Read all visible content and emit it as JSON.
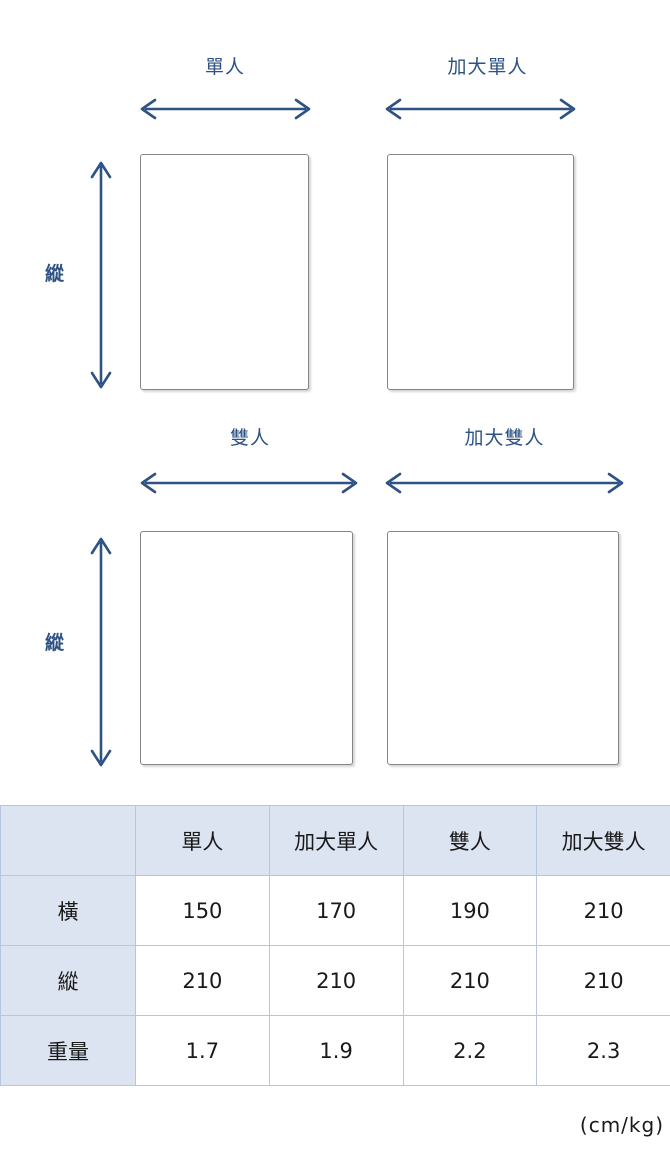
{
  "colors": {
    "accent_blue": "#2e5283",
    "table_header_bg": "#dce3f1",
    "table_border": "#b6c6e0",
    "mattress_border": "#868686",
    "page_bg": "#ffffff",
    "text_dark": "#1a1a1a"
  },
  "diagram": {
    "row1": {
      "items": [
        {
          "label": "單人",
          "axis_label": "縱"
        },
        {
          "label": "加大單人"
        }
      ]
    },
    "row2": {
      "items": [
        {
          "label": "雙人",
          "axis_label": "縱"
        },
        {
          "label": "加大雙人"
        }
      ]
    },
    "width_arrow_name": "horizontal-dimension-arrow",
    "height_arrow_name": "vertical-dimension-arrow"
  },
  "table": {
    "corner": "",
    "columns": [
      "單人",
      "加大單人",
      "雙人",
      "加大雙人"
    ],
    "rows": [
      {
        "head": "橫",
        "values": [
          "150",
          "170",
          "190",
          "210"
        ]
      },
      {
        "head": "縱",
        "values": [
          "210",
          "210",
          "210",
          "210"
        ]
      },
      {
        "head": "重量",
        "values": [
          "1.7",
          "1.9",
          "2.2",
          "2.3"
        ]
      }
    ],
    "unit_note": "(cm/kg)"
  },
  "chart_data": {
    "type": "table",
    "title": "",
    "categories": [
      "單人",
      "加大單人",
      "雙人",
      "加大雙人"
    ],
    "series": [
      {
        "name": "橫",
        "values": [
          150,
          170,
          190,
          210
        ],
        "unit": "cm"
      },
      {
        "name": "縱",
        "values": [
          210,
          210,
          210,
          210
        ],
        "unit": "cm"
      },
      {
        "name": "重量",
        "values": [
          1.7,
          1.9,
          2.2,
          2.3
        ],
        "unit": "kg"
      }
    ],
    "unit_note": "(cm/kg)",
    "xlabel": "",
    "ylabel": ""
  }
}
